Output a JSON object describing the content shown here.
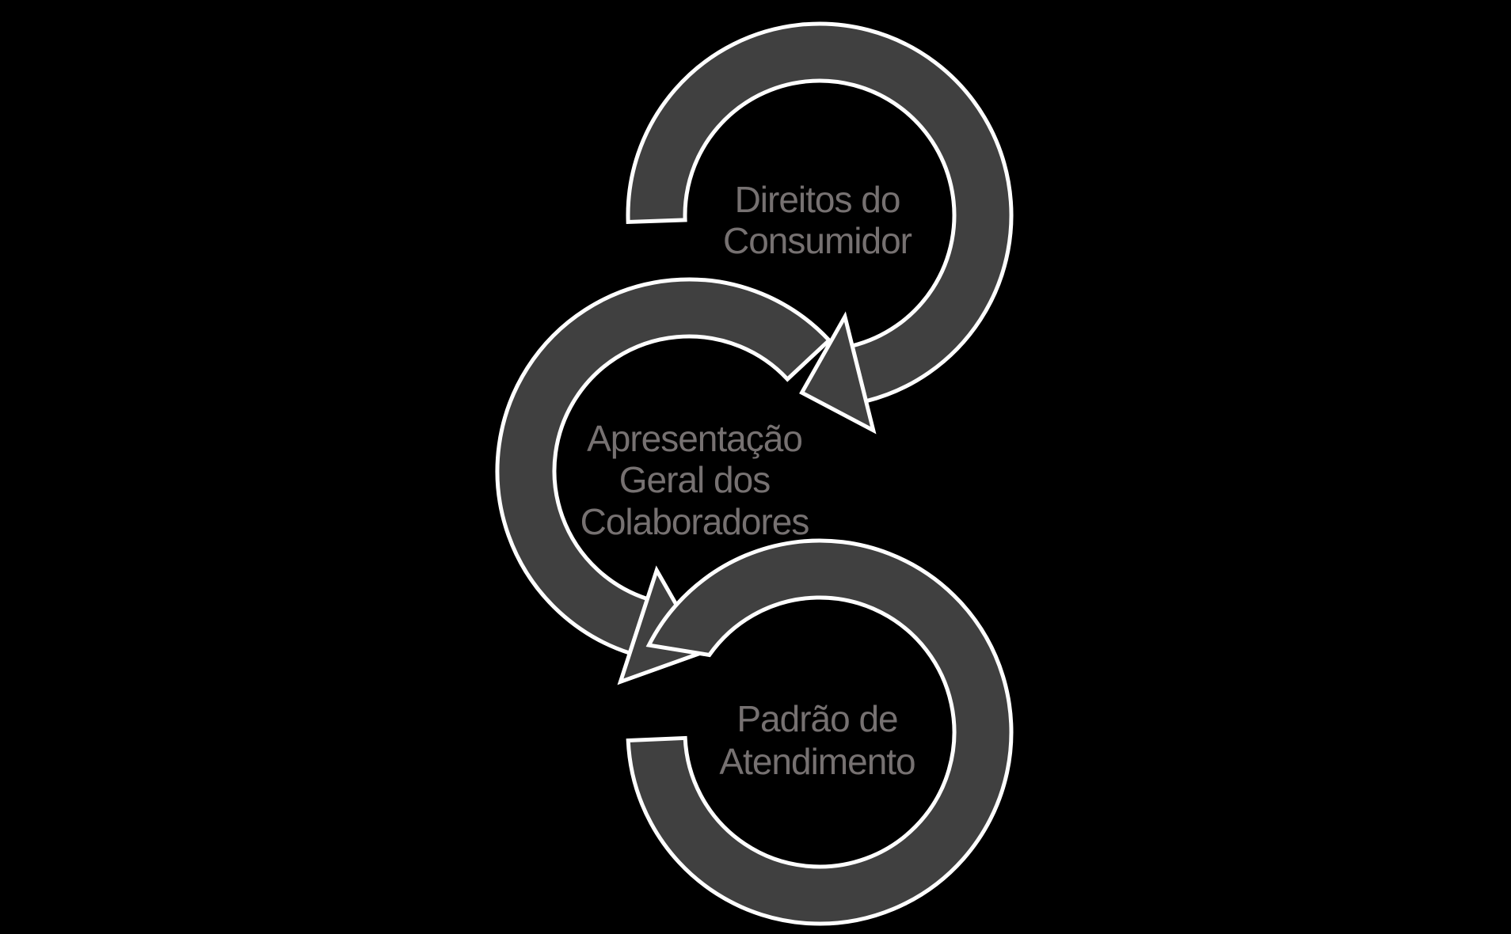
{
  "page": {
    "background": "#000000"
  },
  "diagram": {
    "type": "cycle-diagram",
    "direction": "top-to-bottom",
    "colors": {
      "arrow_fill": "#404040",
      "arrow_outline": "#ffffff",
      "label_text": "#767171"
    },
    "steps": [
      {
        "order": 1,
        "label": "Direitos do Consumidor",
        "lines": [
          "Direitos do",
          "Consumidor"
        ]
      },
      {
        "order": 2,
        "label": "Apresentação Geral dos Colaboradores",
        "lines": [
          "Apresentação",
          "Geral dos",
          "Colaboradores"
        ]
      },
      {
        "order": 3,
        "label": "Padrão de Atendimento",
        "lines": [
          "Padrão de",
          "Atendimento"
        ]
      }
    ]
  }
}
